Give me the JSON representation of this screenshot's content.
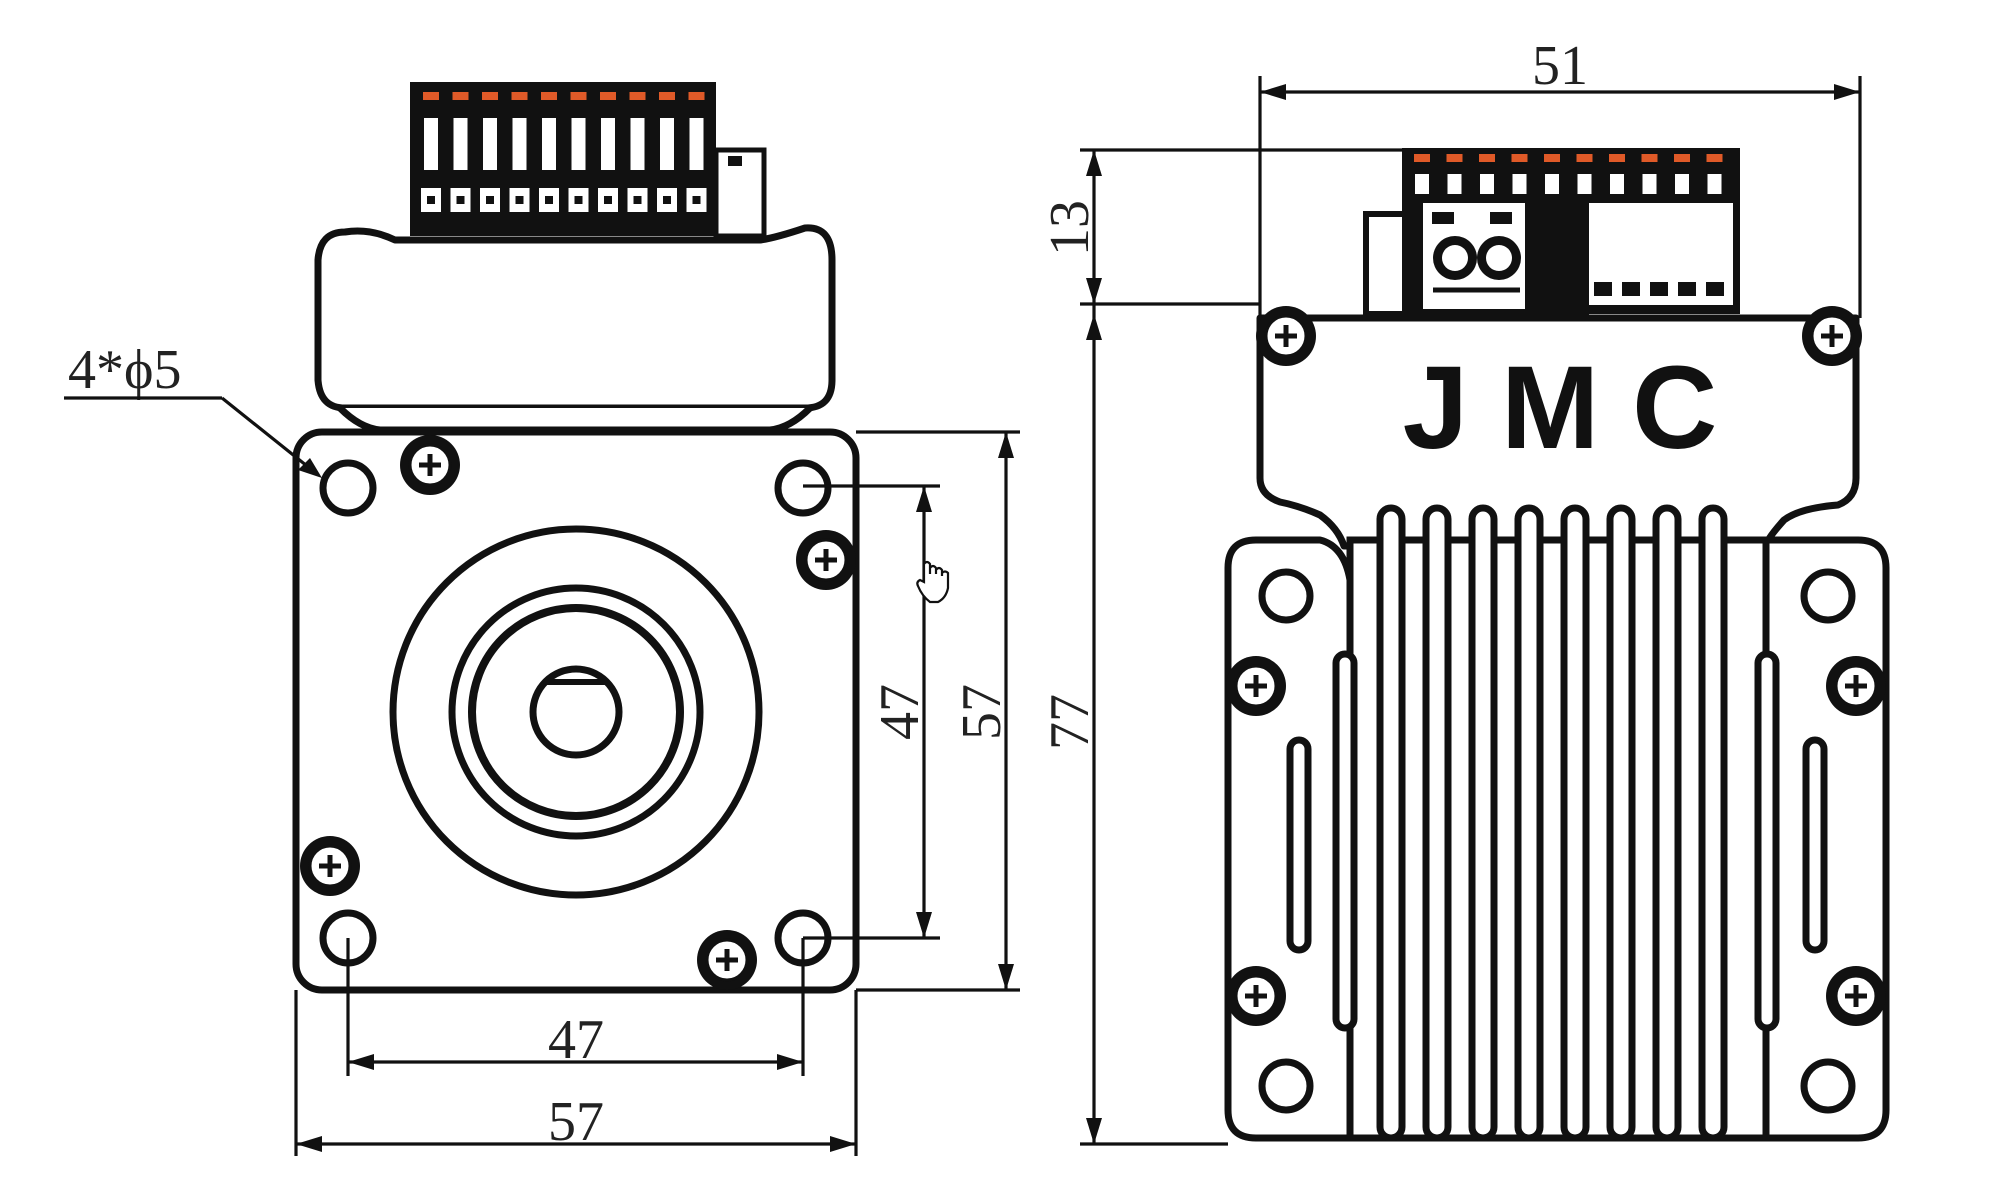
{
  "colors": {
    "line": "#111111",
    "terminal_accent": "#e05a28",
    "background": "#ffffff"
  },
  "front_view": {
    "hole_label": "4*ϕ5",
    "dim_hole_spacing_vertical": "47",
    "dim_body_height": "57",
    "dim_hole_spacing_horizontal": "47",
    "dim_body_width": "57"
  },
  "side_view": {
    "brand": "J M C",
    "dim_width": "51",
    "dim_connector_height": "13",
    "dim_body_length": "77"
  },
  "icons": [
    "screw-icon",
    "hand-cursor-icon"
  ]
}
